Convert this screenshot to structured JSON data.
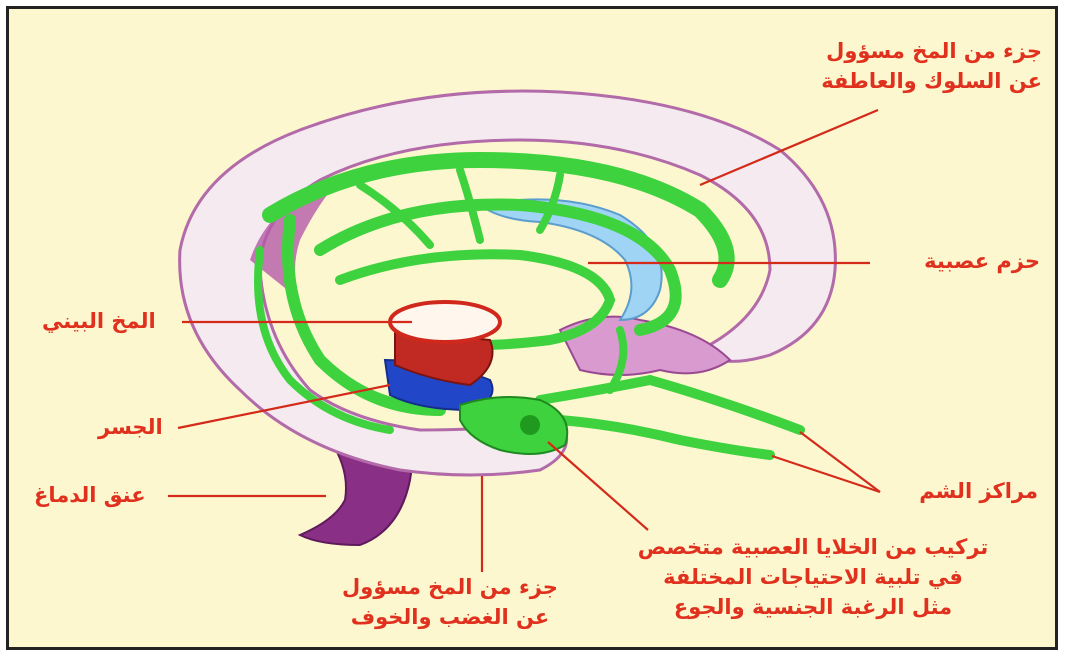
{
  "labels": {
    "behavior_region": [
      "جزء من المخ مسؤول",
      "عن السلوك والعاطفة"
    ],
    "nerve_bundles": "حزم عصبية",
    "diencephalon": "المخ البيني",
    "pons": "الجسر",
    "brainstem": "عنق الدماغ",
    "olfactory": "مراكز الشم",
    "hypothalamus": [
      "تركيب من الخلايا العصبية متخصص",
      "في تلبية الاحتياجات المختلفة",
      "مثل الرغبة الجنسية والجوع"
    ],
    "amygdala": [
      "جزء من المخ مسؤول",
      "عن الغضب والخوف"
    ]
  },
  "colors": {
    "background": "#fdf7cf",
    "label": "#e0301e",
    "leader": "#d42a1a",
    "cortex": "#f4eaf0",
    "cortex_edge": "#b26aa8",
    "pathway": "#3fd23f",
    "ventricle": "#9fd4f4",
    "stem": "#8a2f86"
  }
}
